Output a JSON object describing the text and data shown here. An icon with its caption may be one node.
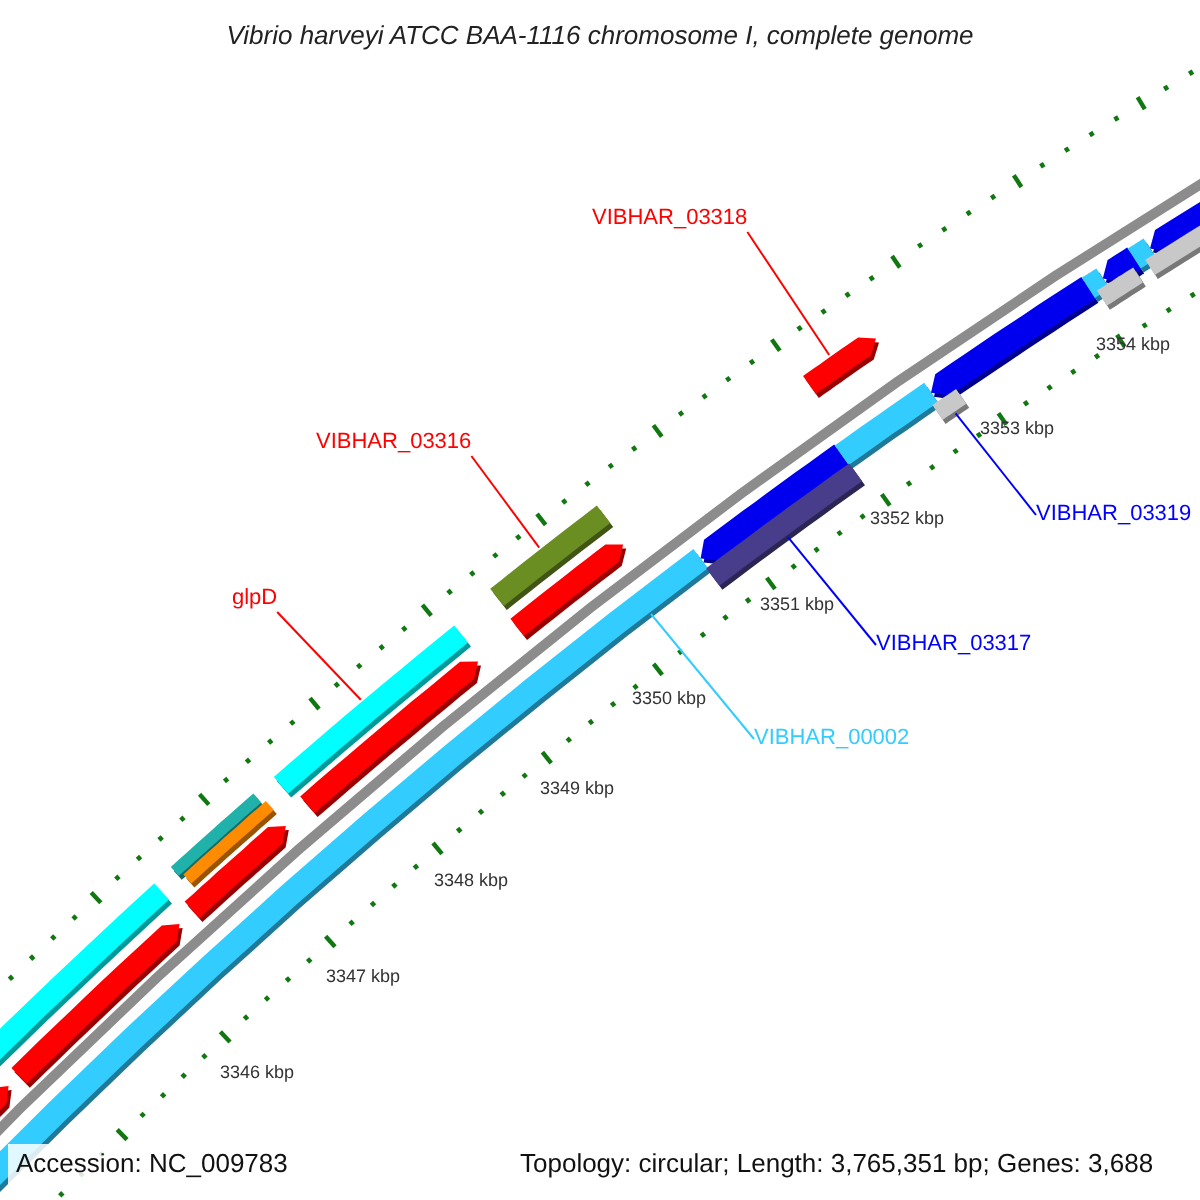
{
  "diagram": {
    "title": "Vibrio harveyi ATCC BAA-1116 chromosome I, complete genome",
    "nodes": [
      {
        "text": [
          "VIBHAR_03318"
        ]
      },
      {
        "text": [
          "VIBHAR_03316"
        ]
      },
      {
        "text": [
          "glpD"
        ]
      },
      {
        "text": [
          "VIBHAR_03319"
        ]
      },
      {
        "text": [
          "VIBHAR_03317"
        ]
      },
      {
        "text": [
          "VIBHAR_00002"
        ]
      },
      {
        "text": [],
        "shape": "bar"
      },
      {
        "text": [],
        "shape": "bar"
      },
      {
        "text": [],
        "shape": "bar"
      },
      {
        "text": [],
        "shape": "bar"
      },
      {
        "text": [],
        "shape": "bar"
      },
      {
        "text": [],
        "shape": "bar"
      }
    ],
    "edges": [
      {
        "from": 0,
        "to": 6,
        "arrow": "none"
      },
      {
        "from": 1,
        "to": 7,
        "arrow": "none"
      },
      {
        "from": 2,
        "to": 8,
        "arrow": "none"
      },
      {
        "from": 3,
        "to": 9,
        "arrow": "none",
        "color": "#0000ff"
      },
      {
        "from": 4,
        "to": 10,
        "arrow": "none",
        "color": "#0000ff"
      },
      {
        "from": 5,
        "to": 11,
        "arrow": "none",
        "color": "#33ccff"
      }
    ],
    "labels": [
      "3346 kbp",
      "3347 kbp",
      "3348 kbp",
      "3349 kbp",
      "3350 kbp",
      "3351 kbp",
      "3352 kbp",
      "3353 kbp",
      "3354 kbp",
      "Accession: NC_009783",
      "Topology: circular; Length: 3,765,351 bp; Genes: 3,688"
    ]
  }
}
